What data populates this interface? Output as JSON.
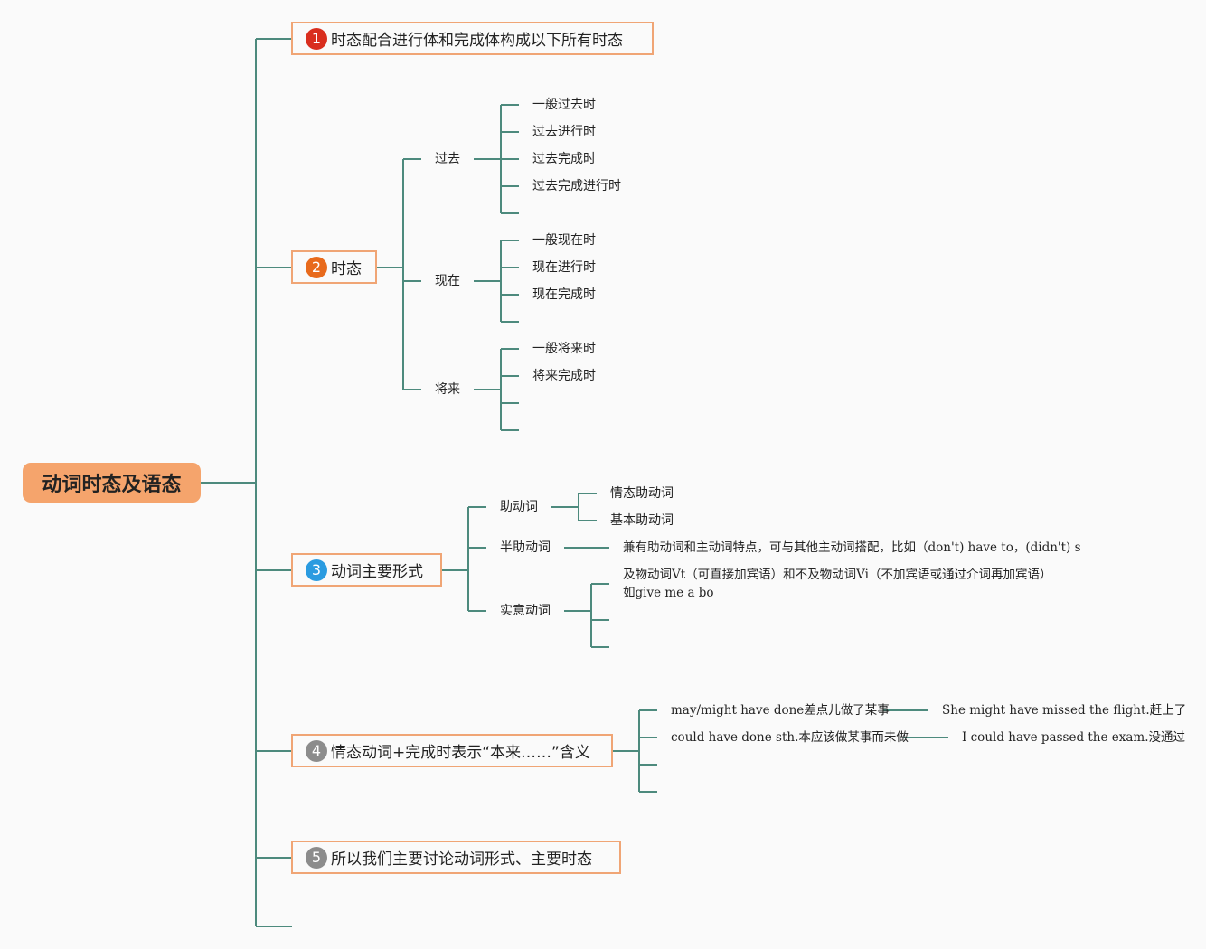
{
  "root": {
    "label": "动词时态及语态",
    "color": "#f5a46c"
  },
  "colors": {
    "line": "#4d8a7d",
    "box_border": "#f0a575"
  },
  "branches": [
    {
      "number": "1",
      "badge_color": "#d92e1e",
      "label": "时态配合进行体和完成体构成以下所有时态"
    },
    {
      "number": "2",
      "badge_color": "#e86a1c",
      "label": "时态",
      "children": [
        {
          "label": "过去",
          "children": [
            "一般过去时",
            "过去进行时",
            "过去完成时",
            "过去完成进行时"
          ]
        },
        {
          "label": "现在",
          "children": [
            "一般现在时",
            "现在进行时",
            "现在完成时"
          ]
        },
        {
          "label": "将来",
          "children": [
            "一般将来时",
            "将来完成时"
          ]
        }
      ]
    },
    {
      "number": "3",
      "badge_color": "#2a9be0",
      "label": "动词主要形式",
      "children": [
        {
          "label": "助动词",
          "children": [
            "情态助动词",
            "基本助动词"
          ]
        },
        {
          "label": "半助动词",
          "children": [
            "兼有助动词和主动词特点，可与其他主动词搭配，比如（don't) have to，(didn't) s"
          ]
        },
        {
          "label": "实意动词",
          "children": [
            "及物动词Vt（可直接加宾语）和不及物动词Vi（不加宾语或通过介词再加宾语）",
            "如give me a bo"
          ]
        }
      ]
    },
    {
      "number": "4",
      "badge_color": "#8c8c8c",
      "label": "情态动词+完成时表示“本来……”含义",
      "children": [
        {
          "label": "may/might have done差点儿做了某事",
          "example": "She might have missed the flight.赶上了"
        },
        {
          "label": "could have done sth.本应该做某事而未做",
          "example": "I could have passed the exam.没通过"
        }
      ]
    },
    {
      "number": "5",
      "badge_color": "#8c8c8c",
      "label": "所以我们主要讨论动词形式、主要时态"
    }
  ]
}
